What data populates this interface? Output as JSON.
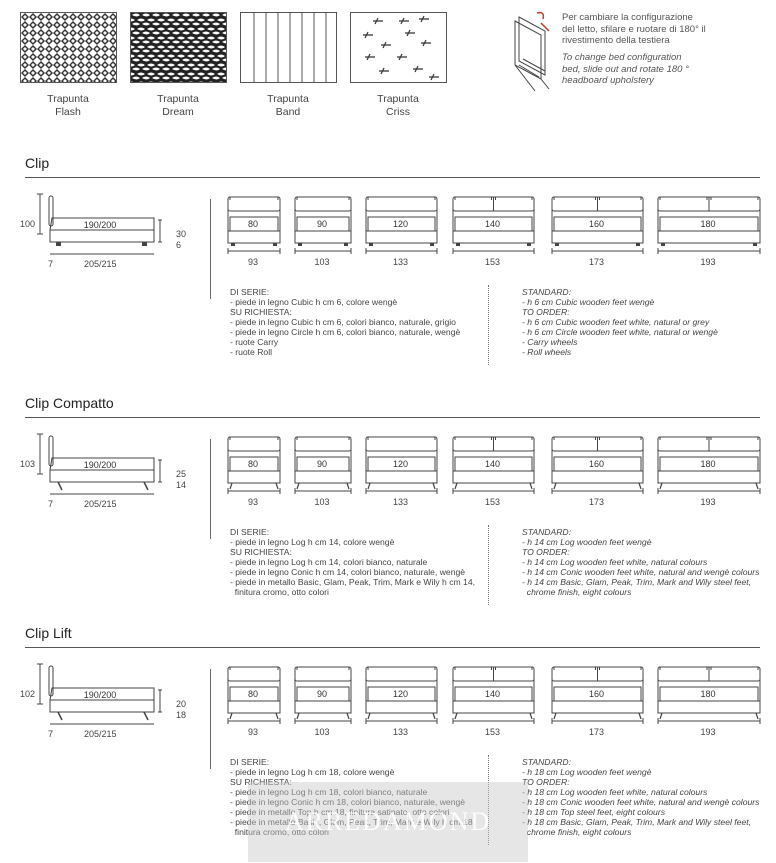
{
  "swatches": [
    {
      "line1": "Trapunta",
      "line2": "Flash"
    },
    {
      "line1": "Trapunta",
      "line2": "Dream"
    },
    {
      "line1": "Trapunta",
      "line2": "Band"
    },
    {
      "line1": "Trapunta",
      "line2": "Criss"
    }
  ],
  "note": {
    "it": [
      "Per cambiare la configurazione",
      "del letto, sfilare e ruotare di 180° il",
      "rivestimento della testiera"
    ],
    "en": [
      "To change bed configuration",
      "bed, slide out and rotate 180 °",
      "headboard upholstery"
    ]
  },
  "sections": [
    {
      "title": "Clip",
      "side": {
        "height": "100",
        "mattress": "190/200",
        "h1": "30",
        "h2": "6",
        "leg": "7",
        "length": "205/215"
      },
      "beds": [
        {
          "size": "80",
          "width": "93"
        },
        {
          "size": "90",
          "width": "103"
        },
        {
          "size": "120",
          "width": "133"
        },
        {
          "size": "140",
          "width": "153"
        },
        {
          "size": "160",
          "width": "173"
        },
        {
          "size": "180",
          "width": "193"
        }
      ],
      "spec_it": [
        "DI SERIE:",
        "- piede in legno Cubic h cm 6, colore wengè",
        "SU RICHIESTA:",
        "- piede in legno Cubic h cm 6, colori bianco, naturale, grigio",
        "- piede in legno Circle h cm 6, colori bianco, naturale, wengè",
        "- ruote Carry",
        "- ruote Roll"
      ],
      "spec_en": [
        "STANDARD:",
        "- h 6 cm Cubic wooden feet wengè",
        "TO ORDER:",
        "- h 6 cm Cubic wooden feet white, natural or grey",
        "- h 6 cm Circle wooden feet white, natural or wengè",
        "- Carry wheels",
        "- Roll wheels"
      ]
    },
    {
      "title": "Clip Compatto",
      "side": {
        "height": "103",
        "mattress": "190/200",
        "h1": "25",
        "h2": "14",
        "leg": "7",
        "length": "205/215"
      },
      "beds": [
        {
          "size": "80",
          "width": "93"
        },
        {
          "size": "90",
          "width": "103"
        },
        {
          "size": "120",
          "width": "133"
        },
        {
          "size": "140",
          "width": "153"
        },
        {
          "size": "160",
          "width": "173"
        },
        {
          "size": "180",
          "width": "193"
        }
      ],
      "spec_it": [
        "DI SERIE:",
        "- piede in legno Log h cm 14, colore wengè",
        "SU RICHIESTA:",
        "- piede in legno Log h cm 14, colori bianco, naturale",
        "- piede in legno Conic h cm 14, colori bianco, naturale, wengè",
        "- piede in metallo Basic, Glam, Peak, Trim, Mark e Wily h cm 14,",
        "  finitura cromo, otto colori"
      ],
      "spec_en": [
        "STANDARD:",
        "- h 14 cm Log wooden feet wengè",
        "TO ORDER:",
        "- h 14 cm Log wooden feet white, natural colours",
        "- h 14 cm Conic wooden feet white, natural and wengè colours",
        "- h 14 cm Basic, Glam, Peak, Trim, Mark and Wily steel feet,",
        "  chrome finish, eight colours"
      ]
    },
    {
      "title": "Clip Lift",
      "side": {
        "height": "102",
        "mattress": "190/200",
        "h1": "20",
        "h2": "18",
        "leg": "7",
        "length": "205/215"
      },
      "beds": [
        {
          "size": "80",
          "width": "93"
        },
        {
          "size": "90",
          "width": "103"
        },
        {
          "size": "120",
          "width": "133"
        },
        {
          "size": "140",
          "width": "153"
        },
        {
          "size": "160",
          "width": "173"
        },
        {
          "size": "180",
          "width": "193"
        }
      ],
      "spec_it": [
        "DI SERIE:",
        "- piede in legno Log h cm 18, colore wengè",
        "SU RICHIESTA:",
        "- piede in legno Log h cm 18, colori bianco, naturale",
        "- piede in legno Conic h cm 18, colori bianco, naturale, wengè",
        "- piede in metallo Top h cm 18, finitura satinato, otto colori",
        "- piede in metallo Basic, Glam, Peak, Trim, Mark e Wily h cm 18,",
        "  finitura cromo, otto colori"
      ],
      "spec_en": [
        "STANDARD:",
        "- h 18 cm Log wooden feet wengè",
        "TO ORDER:",
        "- h 18 cm Log wooden feet white, natural colours",
        "- h 18 cm Conic wooden feet white, natural and wengè colours",
        "- h 18 cm Top steel feet, eight colours",
        "- h 18 cm Basic, Glam, Peak, Trim, Mark and Wily steel feet,",
        "  chrome finish, eight colours"
      ]
    }
  ],
  "watermark": "ARREDAMOND"
}
